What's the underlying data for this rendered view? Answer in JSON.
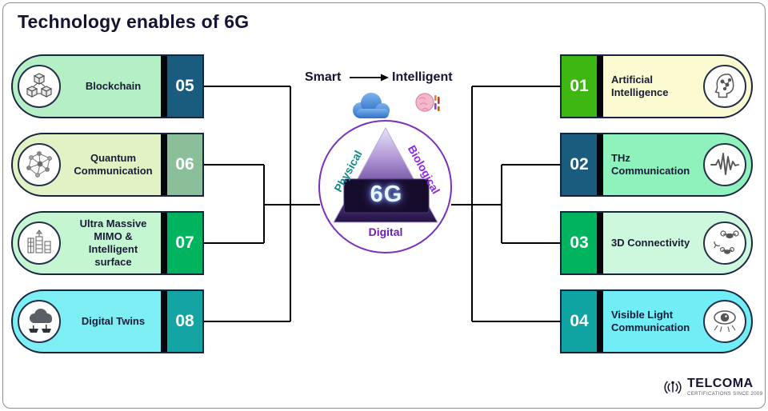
{
  "title": "Technology enables of 6G",
  "left_items": [
    {
      "number": "05",
      "label": "Blockchain",
      "body_color": "#b4efc5",
      "block_color": "#1a5c7e",
      "icon": "blockchain-icon"
    },
    {
      "number": "06",
      "label": "Quantum Communication",
      "body_color": "#e1f3c4",
      "block_color": "#8abf9a",
      "icon": "quantum-communication-icon"
    },
    {
      "number": "07",
      "label": "Ultra Massive MIMO & Intelligent surface",
      "body_color": "#c4f6d2",
      "block_color": "#00b45f",
      "icon": "mimo-icon"
    },
    {
      "number": "08",
      "label": "Digital Twins",
      "body_color": "#7deef3",
      "block_color": "#15a4a4",
      "icon": "digital-twins-icon"
    }
  ],
  "right_items": [
    {
      "number": "01",
      "label": "Artificial Intelligence",
      "body_color": "#fbfad0",
      "block_color": "#3eb712",
      "icon": "artificial-intelligence-icon"
    },
    {
      "number": "02",
      "label": "THz Communication",
      "body_color": "#8ff1bb",
      "block_color": "#1a5c7e",
      "icon": "thz-communication-icon"
    },
    {
      "number": "03",
      "label": "3D Connectivity",
      "body_color": "#cdf8dd",
      "block_color": "#00b45f",
      "icon": "three-d-connectivity-icon"
    },
    {
      "number": "04",
      "label": "Visible Light Communication",
      "body_color": "#70edf5",
      "block_color": "#0fa3a1",
      "icon": "visible-light-icon"
    }
  ],
  "center": {
    "smart_label": "Smart",
    "intelligent_label": "Intelligent",
    "pyramid_label": "6G",
    "physical_label": "Physical",
    "biological_label": "Biological",
    "digital_label": "Digital",
    "colors": {
      "circle_border": "#7b2fbe",
      "physical": "#128a8a",
      "biological": "#8a2be2",
      "digital": "#6d1fb0"
    }
  },
  "logo": {
    "brand": "TELCOMA",
    "tagline": "CERTIFICATIONS SINCE 2009"
  }
}
